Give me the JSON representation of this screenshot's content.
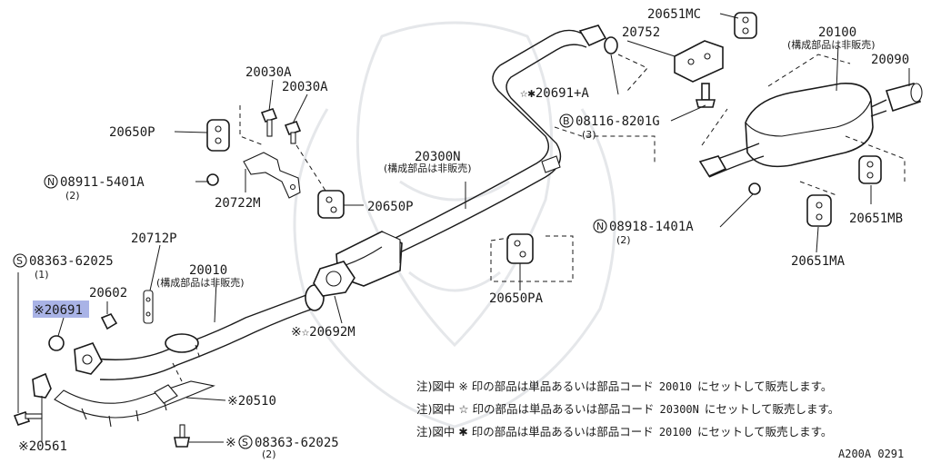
{
  "labels": {
    "p20651MC": "20651MC",
    "p20100": "20100",
    "p20100_note": "(構成部品は非販売)",
    "p20752": "20752",
    "p20090": "20090",
    "p20030A_1": "20030A",
    "p20030A_2": "20030A",
    "p20691A": "☆✱20691+A",
    "p08116_circle": "B",
    "p08116": "08116-8201G",
    "p08116_qty": "(3)",
    "p20650P_1": "20650P",
    "p20300N": "20300N",
    "p20300N_note": "(構成部品は非販売)",
    "p08911_circle": "N",
    "p08911": "08911-5401A",
    "p08911_qty": "(2)",
    "p20722M": "20722M",
    "p20650P_2": "20650P",
    "p20651MB": "20651MB",
    "p08918_circle": "N",
    "p08918": "08918-1401A",
    "p08918_qty": "(2)",
    "p20712P": "20712P",
    "p20651MA": "20651MA",
    "p08363a_circle": "S",
    "p08363a": "08363-62025",
    "p08363a_qty": "(1)",
    "p20010": "20010",
    "p20010_note": "(構成部品は非販売)",
    "p20650PA": "20650PA",
    "p20602": "20602",
    "p20691": "※20691",
    "p20692M": "※☆20692M",
    "p20510": "※20510",
    "p08363b_prefix": "※",
    "p08363b_circle": "S",
    "p08363b": "08363-62025",
    "p08363b_qty": "(2)",
    "p20561": "※20561"
  },
  "notes": [
    {
      "prefix": "注)図中 ※ 印の部品は単品あるいは部品コード",
      "code": "20010",
      "suffix": "にセットして販売します。"
    },
    {
      "prefix": "注)図中 ☆ 印の部品は単品あるいは部品コード",
      "code": "20300N",
      "suffix": "にセットして販売します。"
    },
    {
      "prefix": "注)図中 ✱ 印の部品は単品あるいは部品コード",
      "code": "20100",
      "suffix": "にセットして販売します。"
    }
  ],
  "figure_id": "A200A 0291",
  "colors": {
    "highlight": "#a9b3e6",
    "ink": "#1a1a1a"
  }
}
